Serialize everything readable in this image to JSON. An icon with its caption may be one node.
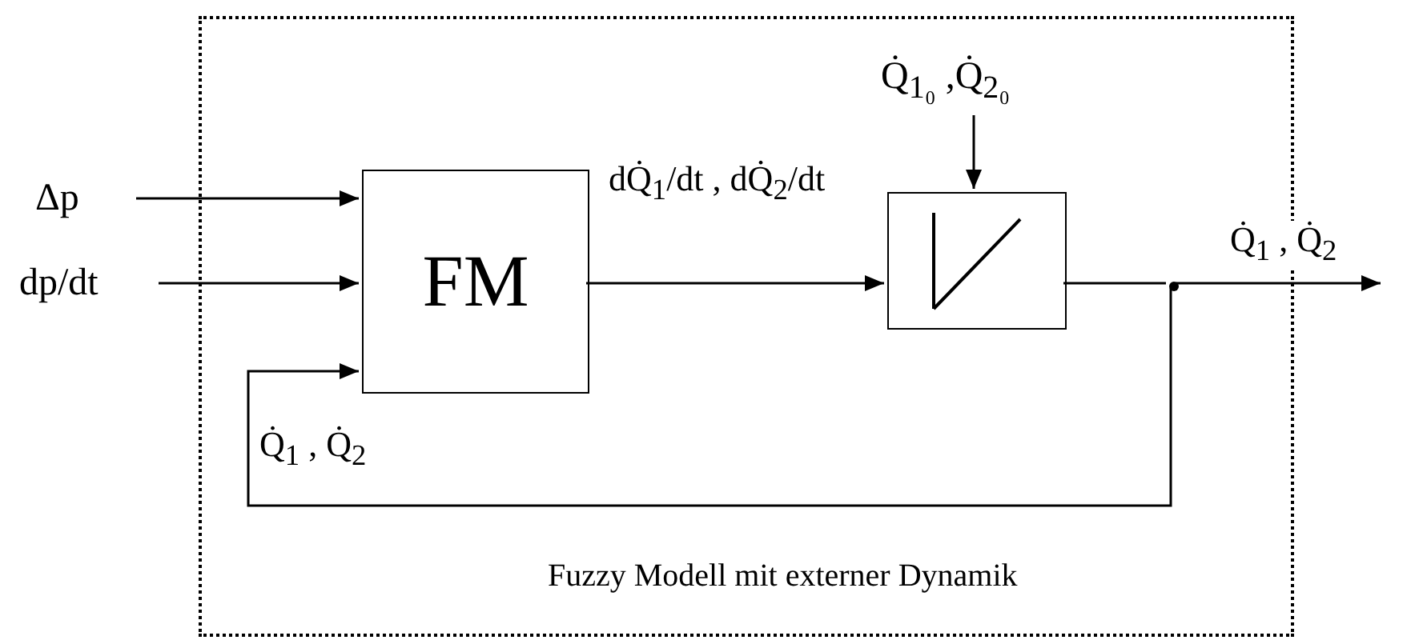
{
  "diagram": {
    "nodes": [
      {
        "text": [
          "Fuzzy Modell mit externer Dynamik"
        ]
      },
      {
        "text": [
          "FM"
        ],
        "in": 0
      },
      {
        "text": [],
        "shape": "box",
        "in": 0
      },
      {
        "text": [
          "Δp"
        ]
      },
      {
        "text": [
          "dp/dt"
        ]
      },
      {
        "text": [
          "Q̇$_{1₀}$ ,Q̇$_{2₀}$"
        ],
        "in": 0
      },
      {
        "text": [],
        "shape": "circle",
        "in": 0
      }
    ],
    "edges": [
      {
        "from": 3,
        "to": 1,
        "arrow": "to"
      },
      {
        "from": 4,
        "to": 1,
        "arrow": "to"
      },
      {
        "from": 1,
        "to": 2,
        "arrow": "to",
        "label": "dQ̇$_{1}$/dt , dQ̇$_{2}$/dt"
      },
      {
        "from": 5,
        "to": 2,
        "arrow": "to"
      },
      {
        "from": 2,
        "to": 6,
        "arrow": "none"
      },
      {
        "from": 6,
        "to": null,
        "arrow": "to",
        "label": "Q̇$_{1}$ , Q̇$_{2}$"
      },
      {
        "from": 6,
        "to": 1,
        "arrow": "to",
        "label": "Q̇$_{1}$ , Q̇$_{2}$"
      }
    ]
  }
}
